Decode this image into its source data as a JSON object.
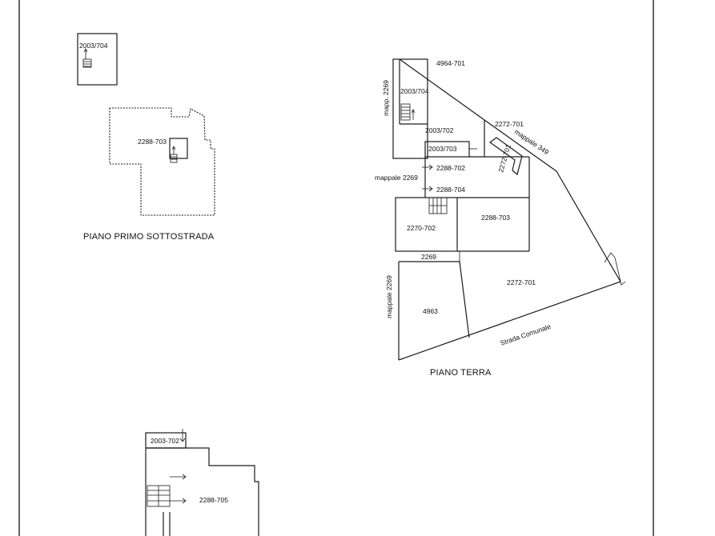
{
  "titles": {
    "primo_sottostrada": "PIANO PRIMO SOTTOSTRADA",
    "terra": "PIANO TERRA"
  },
  "labels": {
    "ps_2003_704": "2003/704",
    "ps_2288_703": "2288-703",
    "t_4964_701": "4964-701",
    "t_mappa_2269_top": "mapp. 2269",
    "t_2003_704": "2003/704",
    "t_2272_701_top": "2272-701",
    "t_mappale_349": "mappale 349",
    "t_2003_702": "2003/702",
    "t_2003_703": "2003/703",
    "t_2272_701_slant": "2272-701",
    "t_2288_702": "2288-702",
    "t_mappale_2269_mid": "mappale 2269",
    "t_2288_704": "2288-704",
    "t_2270_702": "2270-702",
    "t_2288_703": "2288-703",
    "t_2269": "2269",
    "t_mappale_2269_left": "mappale 2269",
    "t_2272_701_big": "2272-701",
    "t_4963": "4963",
    "t_strada": "Strada Comunale",
    "b_2003_702": "2003-702",
    "b_2288_705": "2288-705"
  }
}
